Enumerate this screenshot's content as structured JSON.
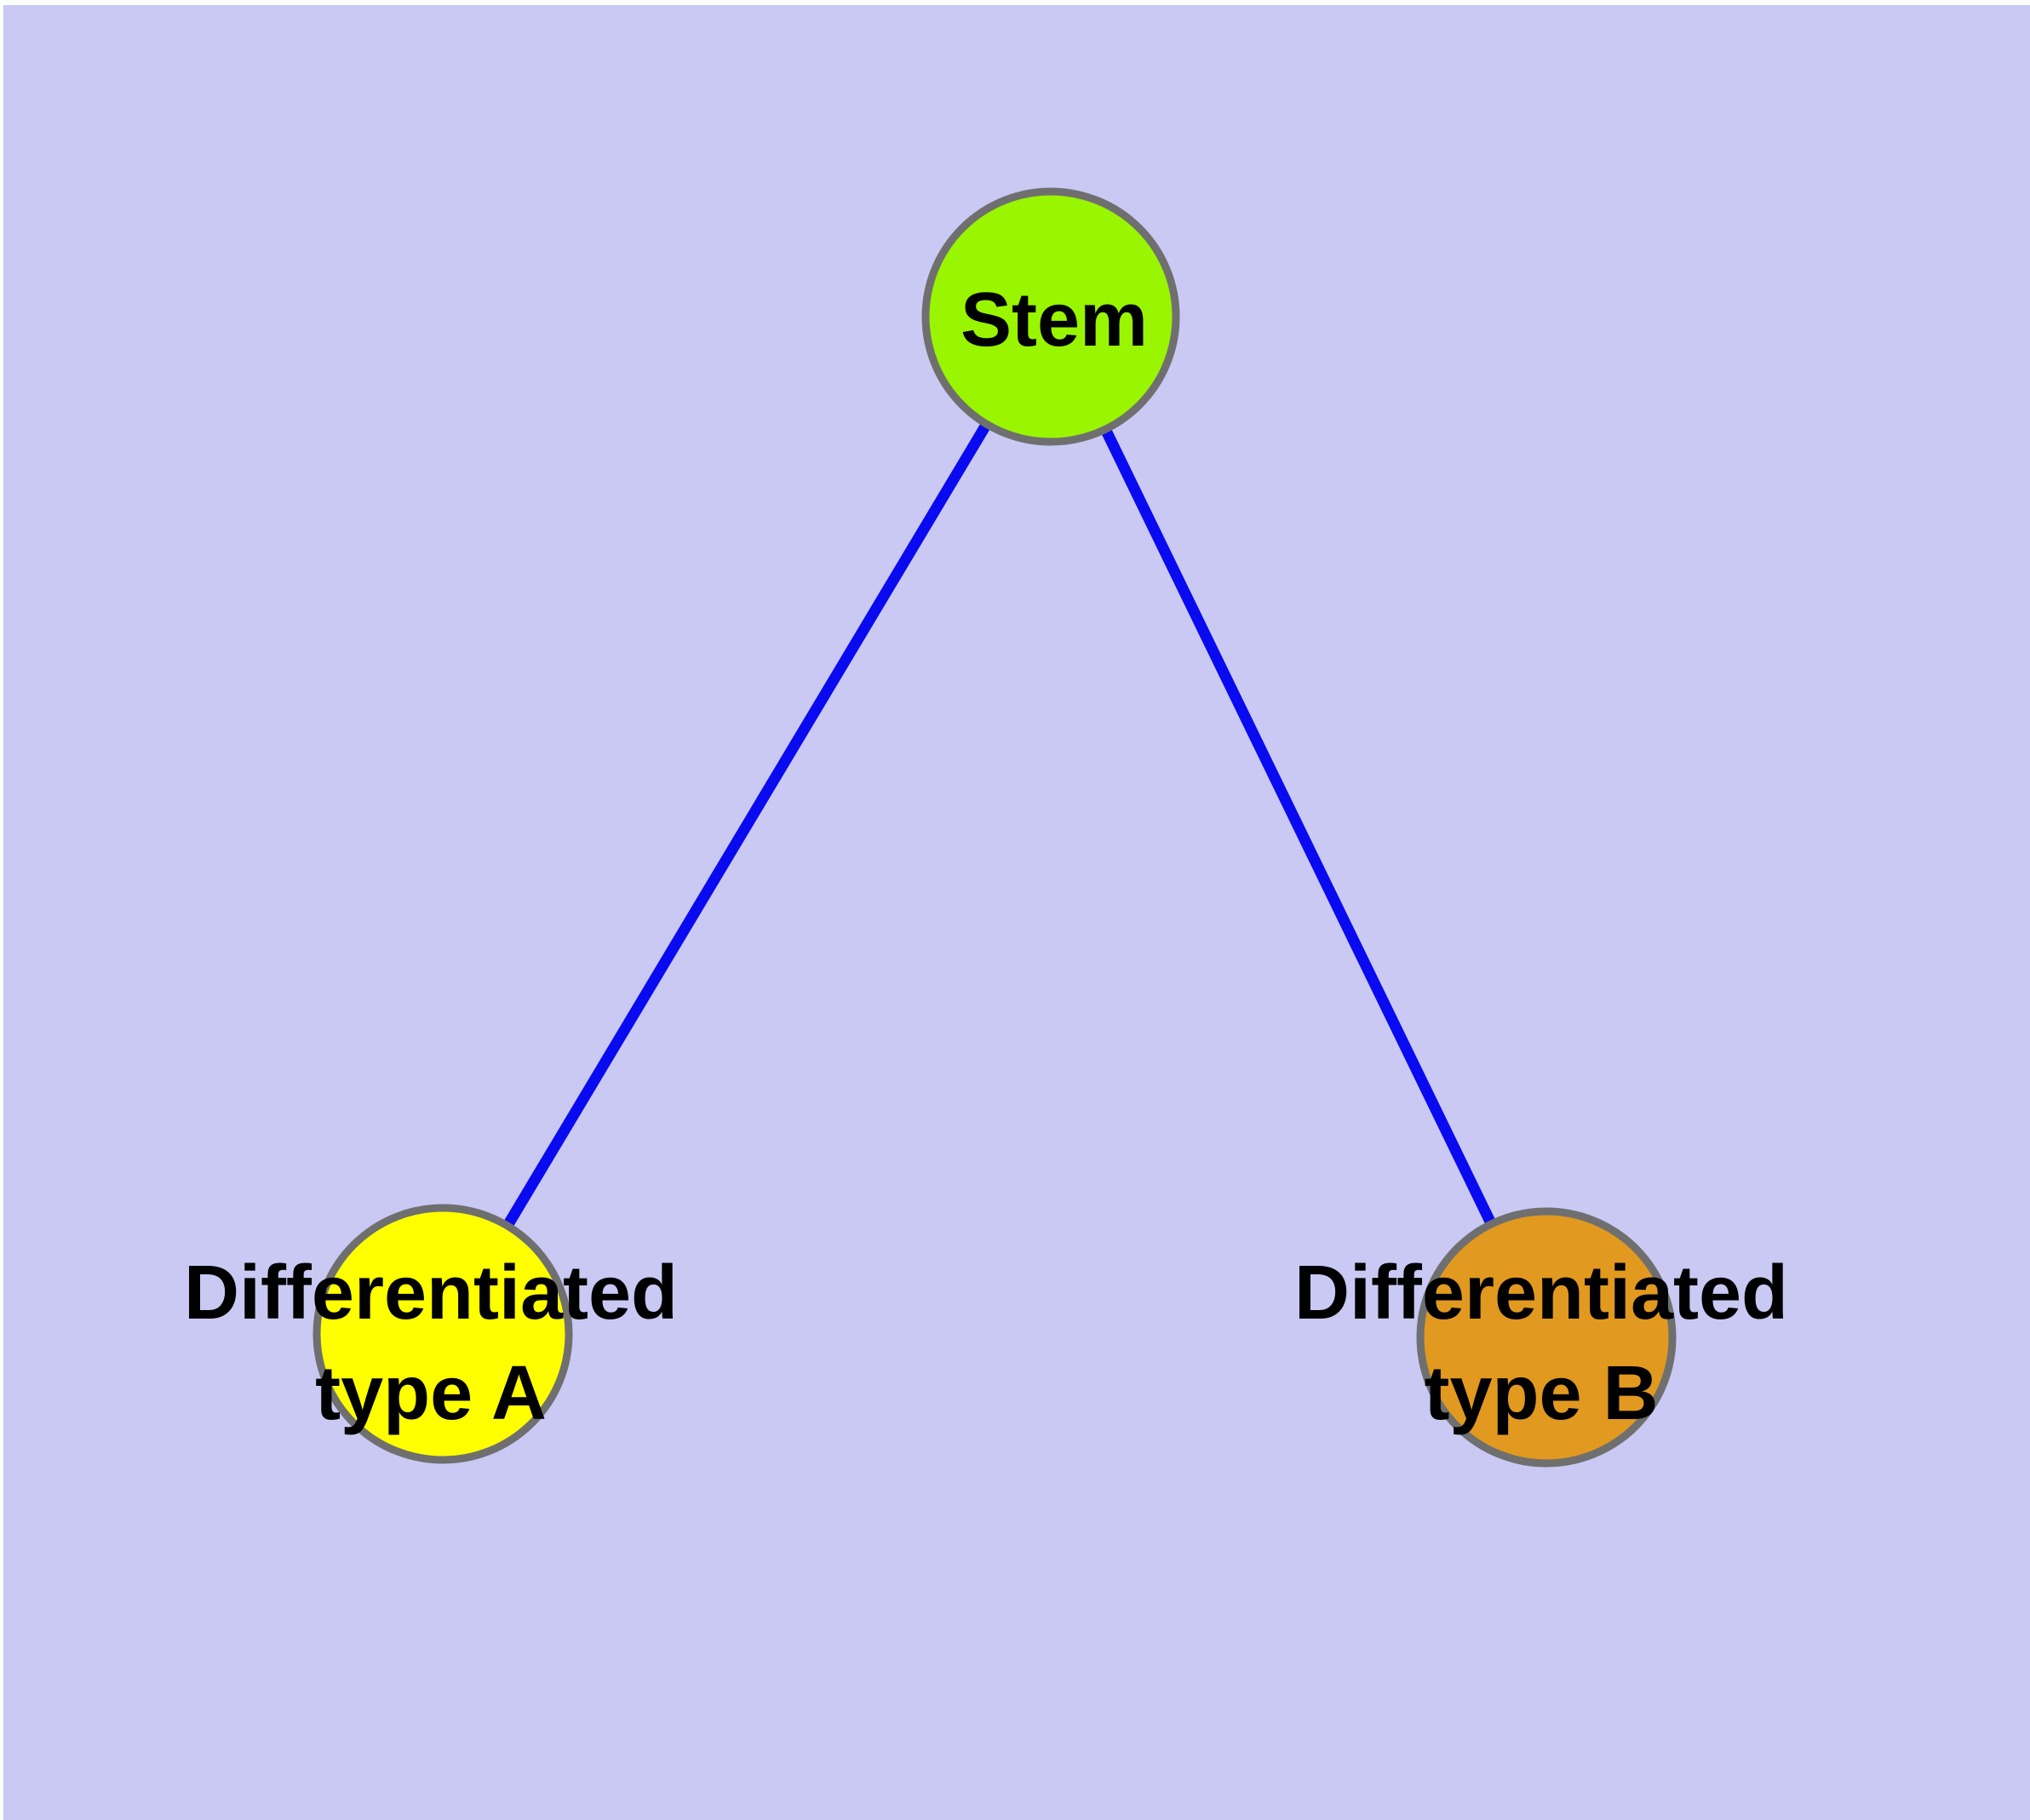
{
  "diagram": {
    "background_color": "#c9c9f4",
    "outer_margin_color": "#ffffff",
    "edge_color": "#0a0af0",
    "node_border_color": "#6f6f6f",
    "text_color": "#000000",
    "nodes": {
      "stem": {
        "label": "Stem",
        "fill": "#99f500"
      },
      "type_a": {
        "label_line1": "Differentiated",
        "label_line2": "type A",
        "fill": "#ffff00"
      },
      "type_b": {
        "label_line1": "Differentiated",
        "label_line2": "type B",
        "fill": "#e2991f"
      }
    },
    "edges": [
      {
        "from": "Stem",
        "to": "Differentiated type A"
      },
      {
        "from": "Stem",
        "to": "Differentiated type B"
      }
    ]
  }
}
